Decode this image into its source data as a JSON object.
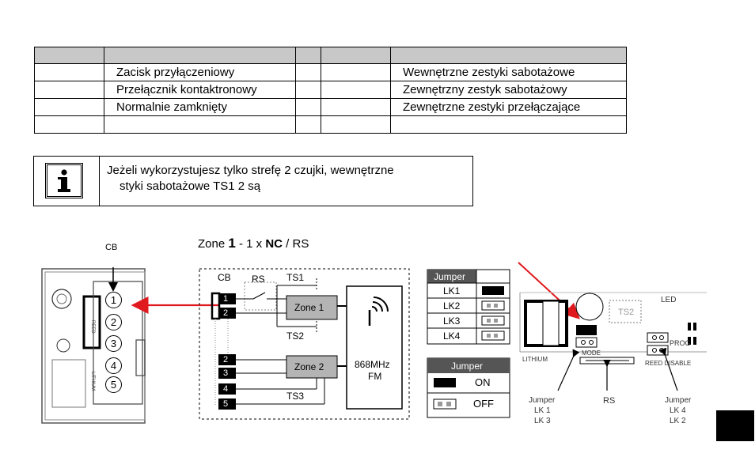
{
  "legend": {
    "rows": [
      [
        "",
        "",
        "",
        "",
        ""
      ],
      [
        "",
        "Zacisk przyłączeniowy",
        "",
        "",
        "Wewnętrzne zestyki sabotażowe"
      ],
      [
        "",
        "Przełącznik kontaktronowy",
        "",
        "",
        "Zewnętrzny zestyk sabotażowy"
      ],
      [
        "",
        "Normalnie zamknięty",
        "",
        "",
        "Zewnętrzne zestyki przełączające"
      ],
      [
        "",
        "",
        "",
        "",
        ""
      ]
    ]
  },
  "note": {
    "icon": "info-icon",
    "line1": "Jeżeli wykorzystujesz tylko strefę 2 czujki, wewnętrzne",
    "line2": "styki sabotażowe TS1 2 są"
  },
  "diagram": {
    "cb_label": "CB",
    "zone_title": {
      "prefix": "Zone ",
      "num": "1",
      "mid": " - 1 x ",
      "nc": "NC",
      "suffix": " / RS"
    },
    "terminals": [
      "1",
      "2",
      "3",
      "4",
      "5"
    ],
    "rs_label": "RS",
    "ts1": "TS1",
    "ts2": "TS2",
    "ts3": "TS3",
    "zone1": "Zone 1",
    "zone2": "Zone 2",
    "radio_line1": "868MHz",
    "radio_line2": "FM",
    "jumper_table": {
      "header": "Jumper",
      "rows": [
        "LK1",
        "LK2",
        "LK3",
        "LK4"
      ],
      "states": [
        "on",
        "off",
        "off",
        "off"
      ]
    },
    "jumper_legend": {
      "header": "Jumper",
      "on": "ON",
      "off": "OFF"
    },
    "board": {
      "ts2": "TS2",
      "led": "LED",
      "prog": "PROG",
      "mode": "MODE",
      "lithium": "LITHIUM",
      "reed_disable": "REED DISABLE",
      "jumper_left": [
        "Jumper",
        "LK 1",
        "LK 3"
      ],
      "rs": "RS",
      "jumper_right": [
        "Jumper",
        "LK 4",
        "LK 2"
      ]
    }
  },
  "colors": {
    "arrow": "#e0191e",
    "header_gray": "#c8c8c8",
    "zone_gray": "#b4b4b4"
  }
}
